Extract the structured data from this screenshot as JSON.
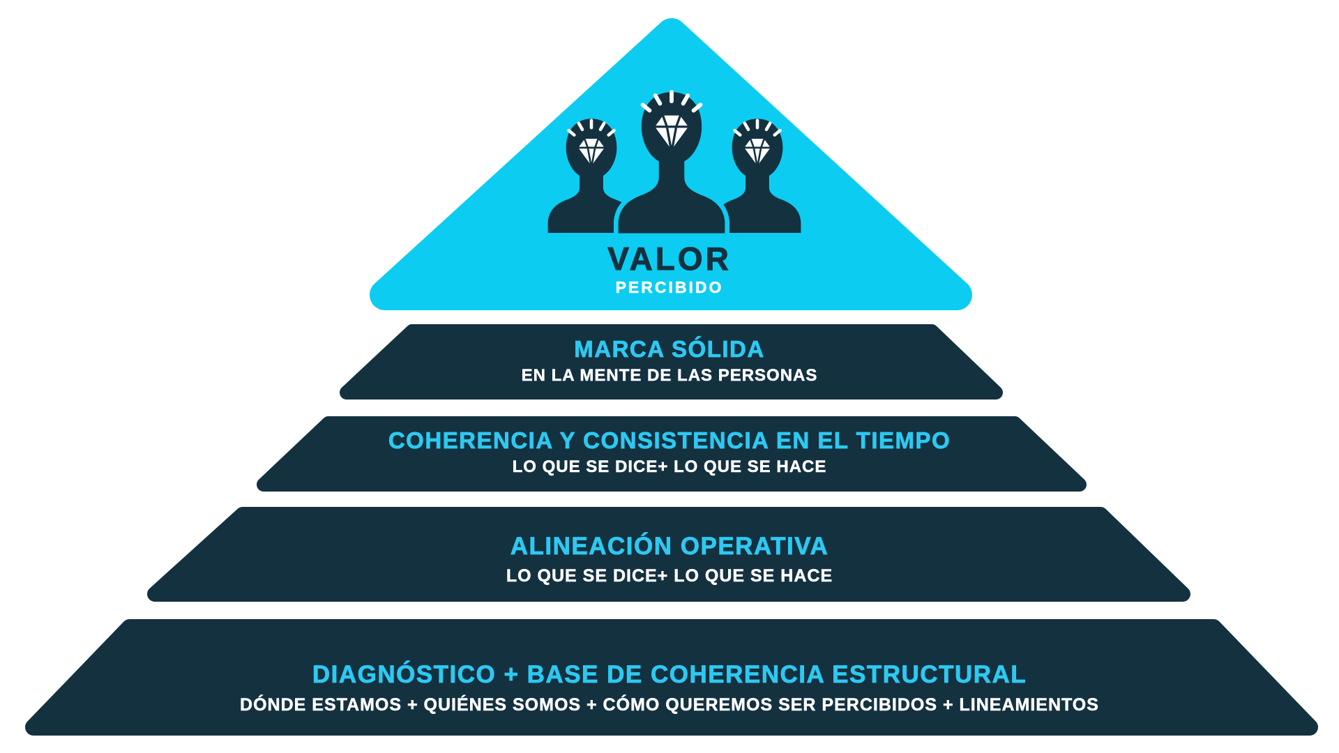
{
  "diagram": {
    "type": "pyramid",
    "language": "es",
    "colors": {
      "background": "#ffffff",
      "apex_cyan": "#0cccf2",
      "level_navy": "#143140",
      "title_cyan": "#2cc9f2",
      "text_white": "#ffffff"
    },
    "apex": {
      "title": "VALOR",
      "subtitle": "PERCIBIDO",
      "icon": "three-people-diamond-mind-icon"
    },
    "levels": [
      {
        "title": "MARCA SÓLIDA",
        "subtitle": "EN LA MENTE DE LAS PERSONAS"
      },
      {
        "title": "COHERENCIA Y CONSISTENCIA EN EL TIEMPO",
        "subtitle": "LO QUE SE DICE+ LO QUE SE HACE"
      },
      {
        "title": "ALINEACIÓN OPERATIVA",
        "subtitle": "LO QUE SE DICE+ LO QUE SE HACE"
      },
      {
        "title": "DIAGNÓSTICO +  BASE DE COHERENCIA ESTRUCTURAL",
        "subtitle": "DÓNDE ESTAMOS + QUIÉNES SOMOS + CÓMO QUEREMOS SER PERCIBIDOS + LINEAMIENTOS"
      }
    ]
  }
}
